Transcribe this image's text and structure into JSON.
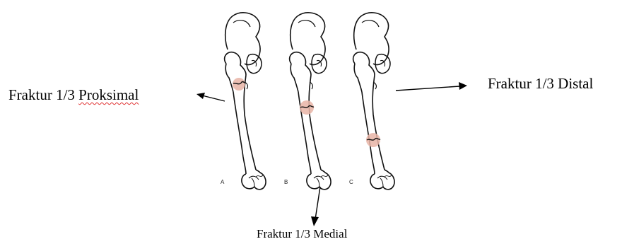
{
  "labels": {
    "proximal_prefix": "Fraktur 1/3 ",
    "proximal_word": "Proksimal",
    "distal": "Fraktur 1/3 Distal",
    "medial": "Fraktur 1/3 Medial"
  },
  "figure_letters": [
    "A",
    "B",
    "C"
  ],
  "colors": {
    "fracture_highlight": "#e8b4a6",
    "line": "#111111",
    "spellcheck_squiggle": "#e03030"
  }
}
